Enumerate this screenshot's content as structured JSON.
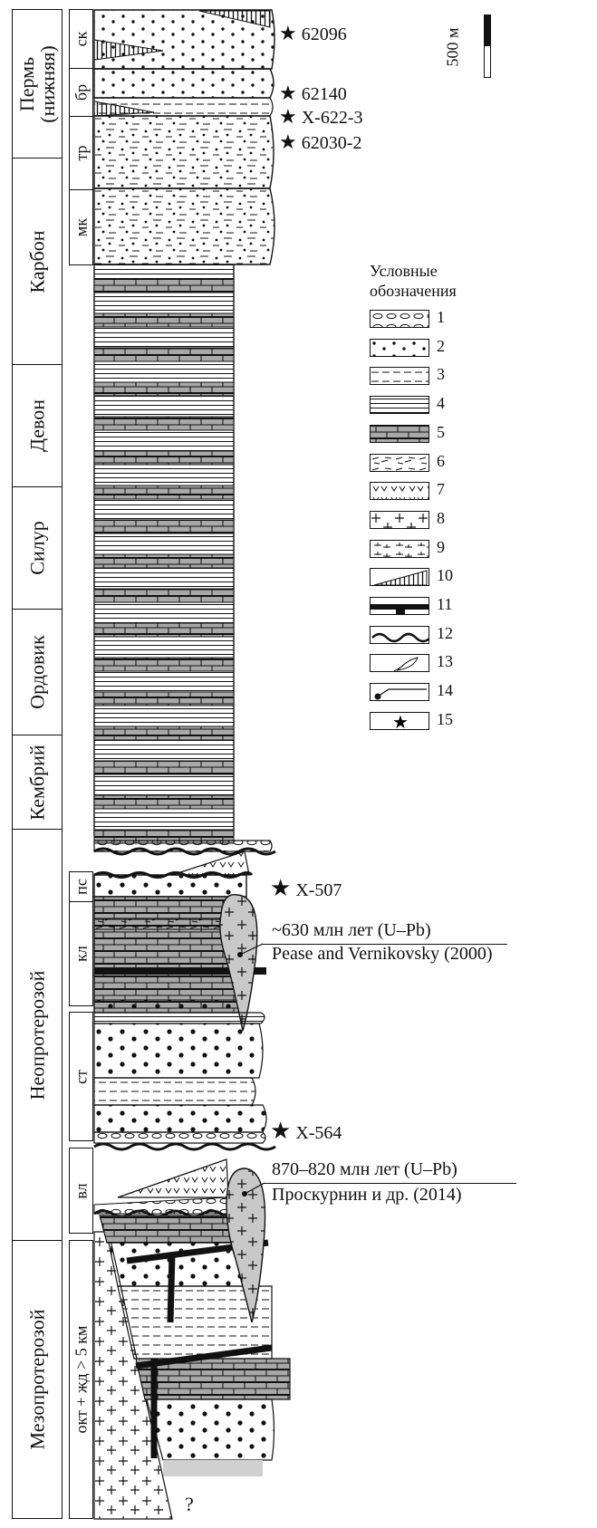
{
  "periods": [
    {
      "id": "perm",
      "label": "Пермь",
      "sublabel": "(нижняя)"
    },
    {
      "id": "carbon",
      "label": "Карбон"
    },
    {
      "id": "devon",
      "label": "Девон"
    },
    {
      "id": "silur",
      "label": "Силур"
    },
    {
      "id": "ordovik",
      "label": "Ордовик"
    },
    {
      "id": "kembriy",
      "label": "Кембрий"
    },
    {
      "id": "neoprot",
      "label": "Неопротерозой"
    },
    {
      "id": "mesoprot",
      "label": "Мезопротерозой"
    }
  ],
  "formations": {
    "sk": "ск",
    "br": "бр",
    "tr": "тр",
    "mk": "мк",
    "ps": "пс",
    "kl": "кл",
    "st": "ст",
    "vl": "вл",
    "okt": "окт + жд > 5 км"
  },
  "samples": {
    "s1": "62096",
    "s2": "62140",
    "s3": "X-622-3",
    "s4": "62030-2",
    "s5": "X-507",
    "s6": "X-564"
  },
  "annotations": {
    "age1": "~630 млн лет (U–Pb)",
    "ref1": "Pease and Vernikovsky (2000)",
    "age2": "870–820 млн лет (U–Pb)",
    "ref2": "Проскурнин и др. (2014)"
  },
  "scale": {
    "label": "500 м"
  },
  "legend": {
    "title_line1": "Условные",
    "title_line2": "обозначения",
    "items": [
      "1",
      "2",
      "3",
      "4",
      "5",
      "6",
      "7",
      "8",
      "9",
      "10",
      "11",
      "12",
      "13",
      "14",
      "15"
    ]
  },
  "question_mark": "?"
}
